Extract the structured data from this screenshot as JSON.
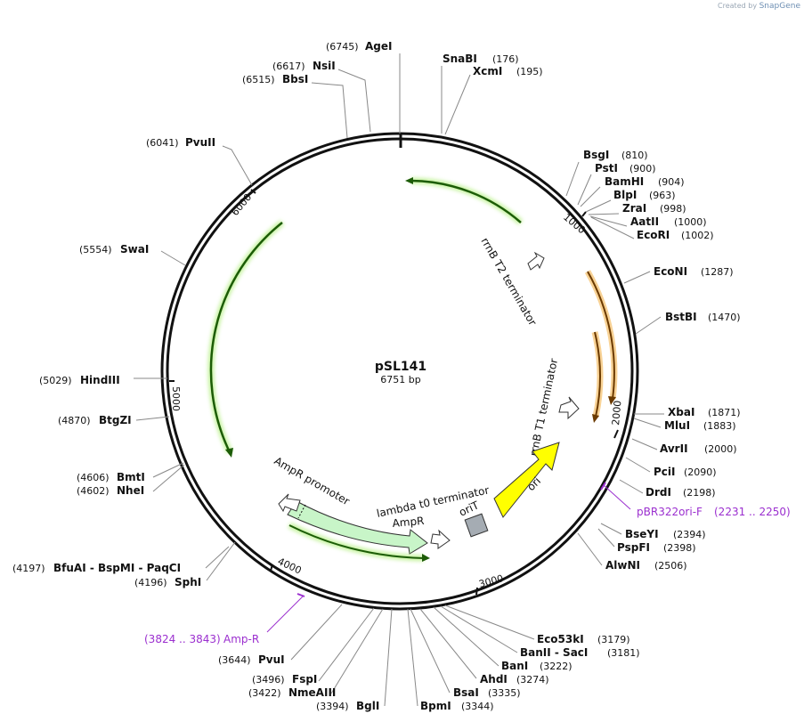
{
  "credit": {
    "prefix": "Created by",
    "brand": "SnapGene"
  },
  "plasmid": {
    "name": "pSL141",
    "size_label": "6751 bp",
    "length": 6751
  },
  "ticks": [
    "1000",
    "2000",
    "3000",
    "4000",
    "5000",
    "6000"
  ],
  "enzymes": [
    {
      "name": "AgeI",
      "pos": "(6745)"
    },
    {
      "name": "SnaBI",
      "pos": "(176)"
    },
    {
      "name": "XcmI",
      "pos": "(195)"
    },
    {
      "name": "NsiI",
      "pos": "(6617)"
    },
    {
      "name": "BbsI",
      "pos": "(6515)"
    },
    {
      "name": "PvuII",
      "pos": "(6041)"
    },
    {
      "name": "BsgI",
      "pos": "(810)"
    },
    {
      "name": "PstI",
      "pos": "(900)"
    },
    {
      "name": "BamHI",
      "pos": "(904)"
    },
    {
      "name": "BlpI",
      "pos": "(963)"
    },
    {
      "name": "ZraI",
      "pos": "(998)"
    },
    {
      "name": "AatII",
      "pos": "(1000)"
    },
    {
      "name": "EcoRI",
      "pos": "(1002)"
    },
    {
      "name": "EcoNI",
      "pos": "(1287)"
    },
    {
      "name": "BstBI",
      "pos": "(1470)"
    },
    {
      "name": "SwaI",
      "pos": "(5554)"
    },
    {
      "name": "HindIII",
      "pos": "(5029)"
    },
    {
      "name": "BtgZI",
      "pos": "(4870)"
    },
    {
      "name": "XbaI",
      "pos": "(1871)"
    },
    {
      "name": "MluI",
      "pos": "(1883)"
    },
    {
      "name": "AvrII",
      "pos": "(2000)"
    },
    {
      "name": "PciI",
      "pos": "(2090)"
    },
    {
      "name": "DrdI",
      "pos": "(2198)"
    },
    {
      "name": "BseYI",
      "pos": "(2394)"
    },
    {
      "name": "PspFI",
      "pos": "(2398)"
    },
    {
      "name": "AlwNI",
      "pos": "(2506)"
    },
    {
      "name": "BmtI",
      "pos": "(4606)"
    },
    {
      "name": "NheI",
      "pos": "(4602)"
    },
    {
      "name": "BfuAI - BspMI - PaqCI",
      "pos": "(4197)"
    },
    {
      "name": "SphI",
      "pos": "(4196)"
    },
    {
      "name": "PvuI",
      "pos": "(3644)"
    },
    {
      "name": "FspI",
      "pos": "(3496)"
    },
    {
      "name": "NmeAIII",
      "pos": "(3422)"
    },
    {
      "name": "BglI",
      "pos": "(3394)"
    },
    {
      "name": "BpmI",
      "pos": "(3344)"
    },
    {
      "name": "BsaI",
      "pos": "(3335)"
    },
    {
      "name": "AhdI",
      "pos": "(3274)"
    },
    {
      "name": "BanI",
      "pos": "(3222)"
    },
    {
      "name": "BanII - SacI",
      "pos": "(3181)"
    },
    {
      "name": "Eco53kI",
      "pos": "(3179)"
    }
  ],
  "primers": [
    {
      "name": "pBR322ori-F",
      "range": "(2231 .. 2250)"
    },
    {
      "name": "Amp-R",
      "range": "(3824 .. 3843)"
    }
  ],
  "features": [
    {
      "label": "rrnB T2 terminator"
    },
    {
      "label": "rrnB T1 terminator"
    },
    {
      "label": "ori"
    },
    {
      "label": "oriT"
    },
    {
      "label": "lambda t0 terminator"
    },
    {
      "label": "AmpR"
    },
    {
      "label": "AmpR promoter"
    }
  ],
  "colors": {
    "backbone": "#111111",
    "orf_green": "#5fbf26",
    "orf_orange": "#e6a030",
    "ori_yellow": "#ffff00",
    "ampr_fill": "#c8f5c8",
    "primer": "#9b2fcf"
  }
}
